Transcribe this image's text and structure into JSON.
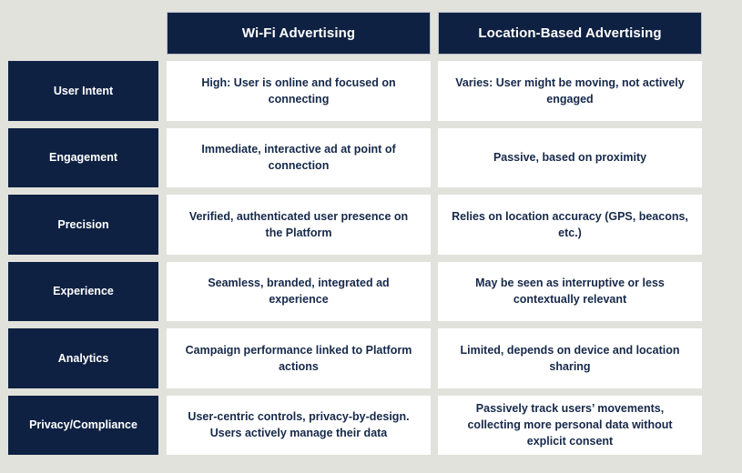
{
  "theme": {
    "background": "#e2e2dc",
    "navy": "#0f2142",
    "cell_background": "#ffffff",
    "header_text": "#ffffff",
    "body_text": "#16294a",
    "header_border": "#b9bec9"
  },
  "table": {
    "corner_label": "",
    "columns": [
      {
        "key": "wifi",
        "label": "Wi-Fi Advertising"
      },
      {
        "key": "location",
        "label": "Location-Based Advertising"
      }
    ],
    "rows": [
      {
        "label": "User Intent",
        "wifi": "High: User is online and focused on connecting",
        "location": "Varies: User might be moving, not actively engaged"
      },
      {
        "label": "Engagement",
        "wifi": "Immediate, interactive ad at point of connection",
        "location": "Passive, based on proximity"
      },
      {
        "label": "Precision",
        "wifi": "Verified, authenticated user presence on the Platform",
        "location": "Relies on location accuracy (GPS, beacons, etc.)"
      },
      {
        "label": "Experience",
        "wifi": "Seamless, branded, integrated ad experience",
        "location": "May be seen as interruptive or less contextually relevant"
      },
      {
        "label": "Analytics",
        "wifi": "Campaign performance linked to Platform actions",
        "location": "Limited, depends on device and location sharing"
      },
      {
        "label": "Privacy/Compliance",
        "wifi": "User-centric controls, privacy-by-design. Users actively manage their data",
        "location": "Passively track users’ movements, collecting more personal data without explicit consent"
      }
    ]
  }
}
